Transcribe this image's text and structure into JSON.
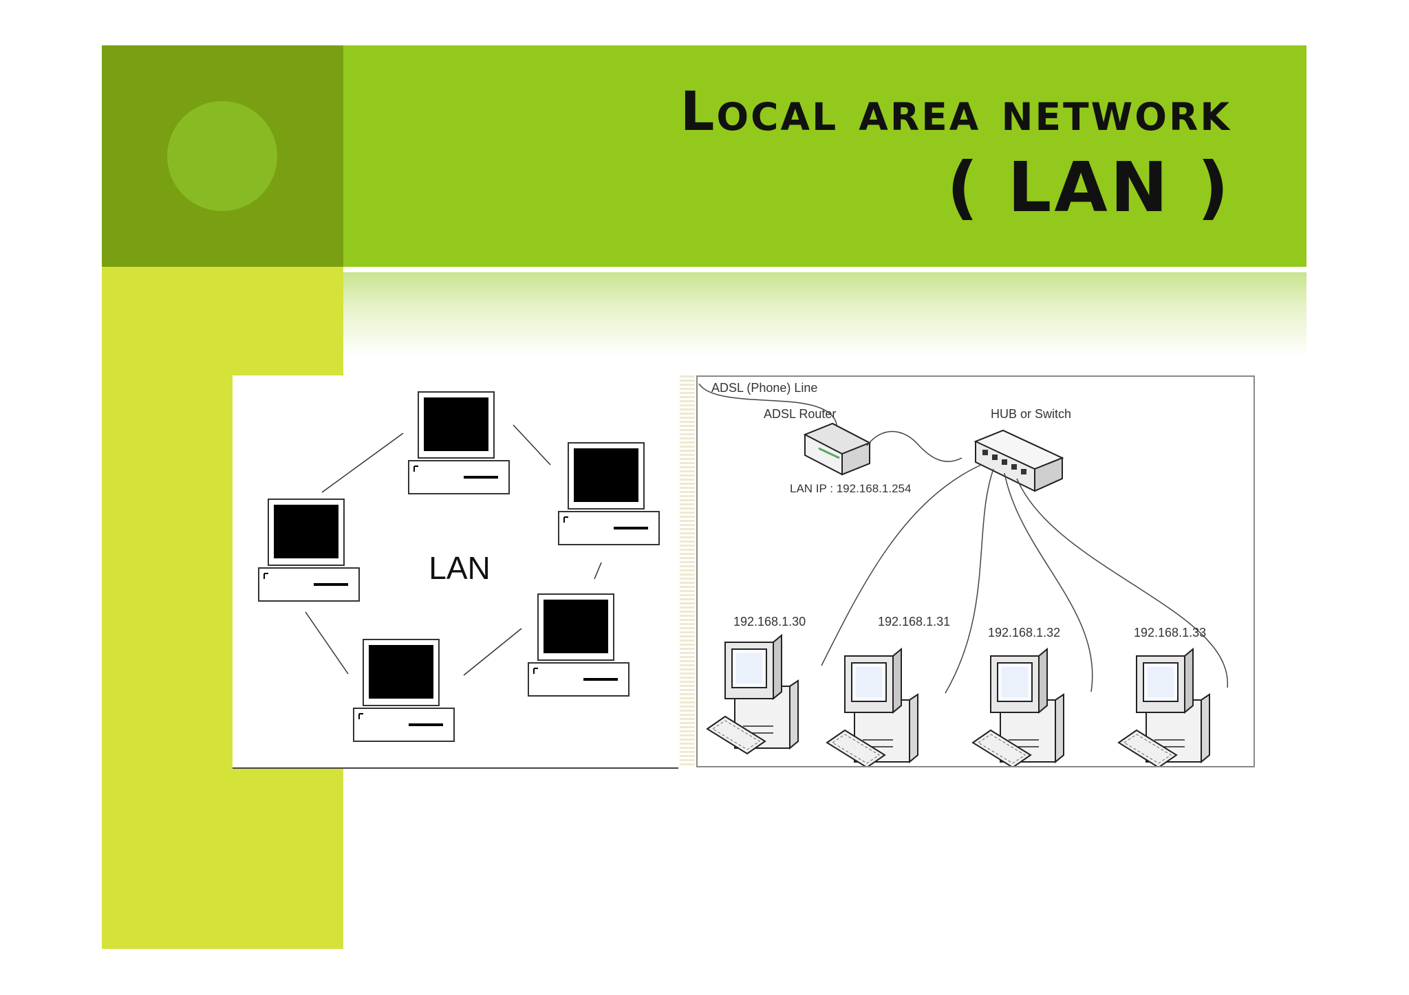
{
  "slide": {
    "title_line1": "Local area network",
    "title_line2": "( LAN )",
    "colors": {
      "header_bar": "#92c91c",
      "header_dark": "#78a012",
      "side_bar": "#d4e23a",
      "circle": "#88ba24"
    }
  },
  "left_diagram": {
    "center_label": "LAN"
  },
  "right_diagram": {
    "adsl_line_label": "ADSL (Phone) Line",
    "router_label": "ADSL Router",
    "router_ip_label": "LAN IP : 192.168.1.254",
    "switch_label": "HUB or Switch",
    "pcs": [
      {
        "ip": "192.168.1.30"
      },
      {
        "ip": "192.168.1.31"
      },
      {
        "ip": "192.168.1.32"
      },
      {
        "ip": "192.168.1.33"
      }
    ]
  }
}
